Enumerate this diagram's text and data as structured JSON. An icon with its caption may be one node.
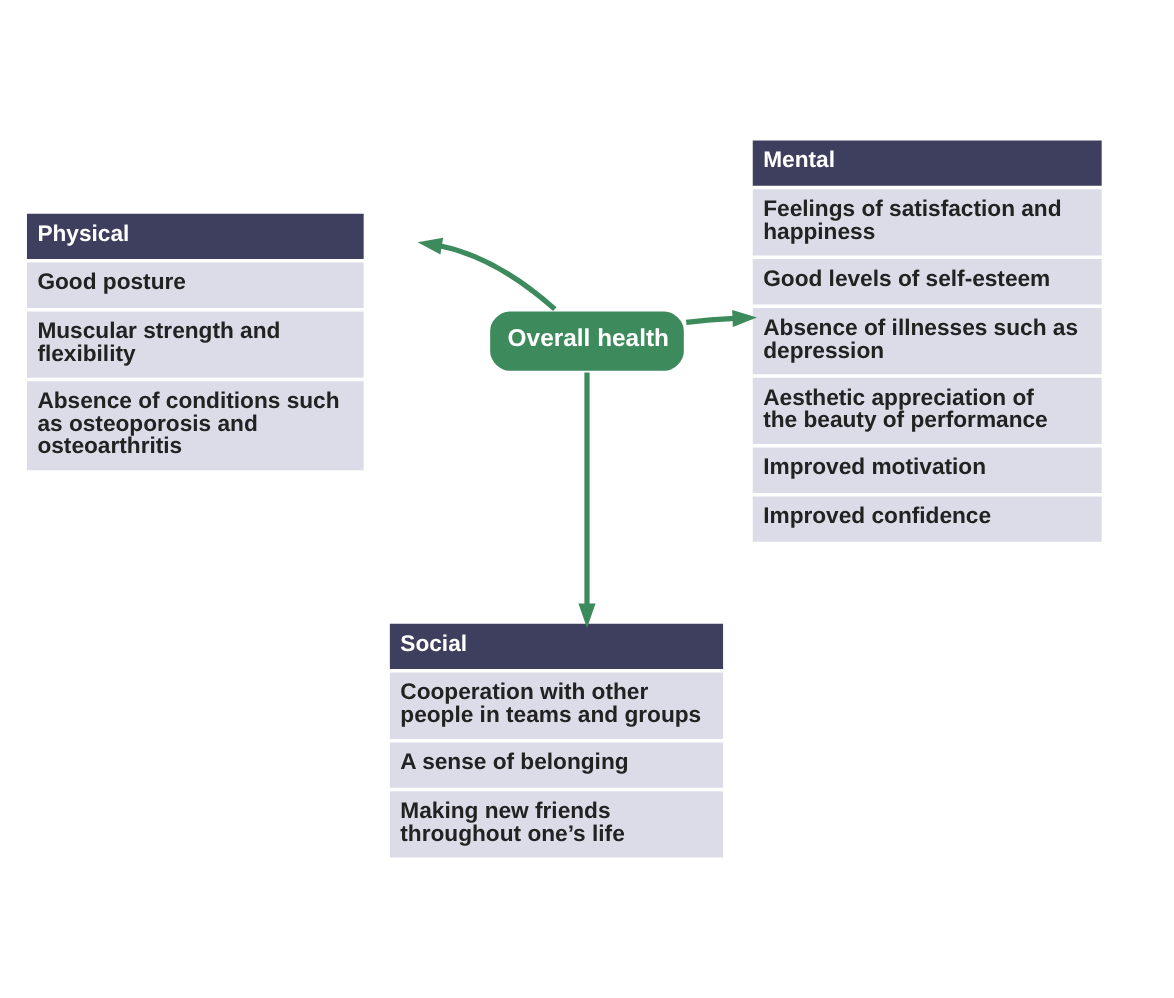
{
  "diagram": {
    "nodes": [
      {
        "text": [
          "Physical",
          "Good posture",
          "Muscular strength and flexibility",
          "Absence of conditions such as osteoporosis and osteoarthritis"
        ]
      },
      {
        "text": [
          "Mental",
          "Feelings of satisfaction and happiness",
          "Good levels of self-esteem",
          "Absence of illnesses such as depression",
          "Aesthetic appreciation of the beauty of performance",
          "Improved motivation",
          "Improved confidence"
        ]
      },
      {
        "text": [
          "Overall health"
        ]
      },
      {
        "text": [
          "Social",
          "Cooperation with other people in teams and groups",
          "A sense of belonging",
          "Making new friends throughout one’s life"
        ]
      }
    ],
    "edges": [
      {
        "from": 2,
        "to": 0,
        "arrow": "to"
      },
      {
        "from": 2,
        "to": 1,
        "arrow": "to"
      },
      {
        "from": 2,
        "to": 3,
        "arrow": "to"
      }
    ]
  }
}
